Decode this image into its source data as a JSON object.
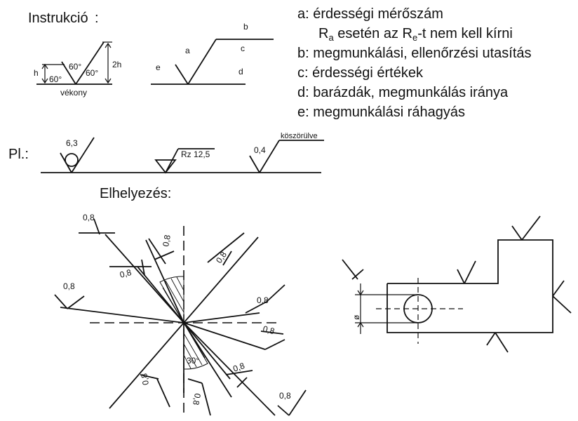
{
  "headings": {
    "instruction": "Instrukció",
    "instruction_colon": ":",
    "example": "Pl.:",
    "placement": "Elhelyezés:"
  },
  "instruction_symbol": {
    "h": "h",
    "angle_left": "60°",
    "angle_top": "60°",
    "angle_right": "60°",
    "two_h": "2h",
    "thin": "vékony"
  },
  "full_symbol": {
    "a": "a",
    "b": "b",
    "c": "c",
    "d": "d",
    "e": "e"
  },
  "legend": {
    "a1": "a: érdességi mérőszám",
    "a2_main": "R",
    "a2_sub1": "a",
    "a2_mid": " esetén az R",
    "a2_sub2": "e",
    "a2_end": "-t nem kell kírni",
    "b": "b: megmunkálási, ellenőrzési utasítás",
    "c": "c: érdességi értékek",
    "d": "d: barázdák, megmunkálás iránya",
    "e": "e: megmunkálási ráhagyás"
  },
  "examples": {
    "ex1": "6,3",
    "ex2": "Rz 12,5",
    "ex3_val": "0,4",
    "ex3_note": "köszörülve"
  },
  "placement": {
    "value": "0,8",
    "angle": "30°",
    "diameter": "ø"
  }
}
